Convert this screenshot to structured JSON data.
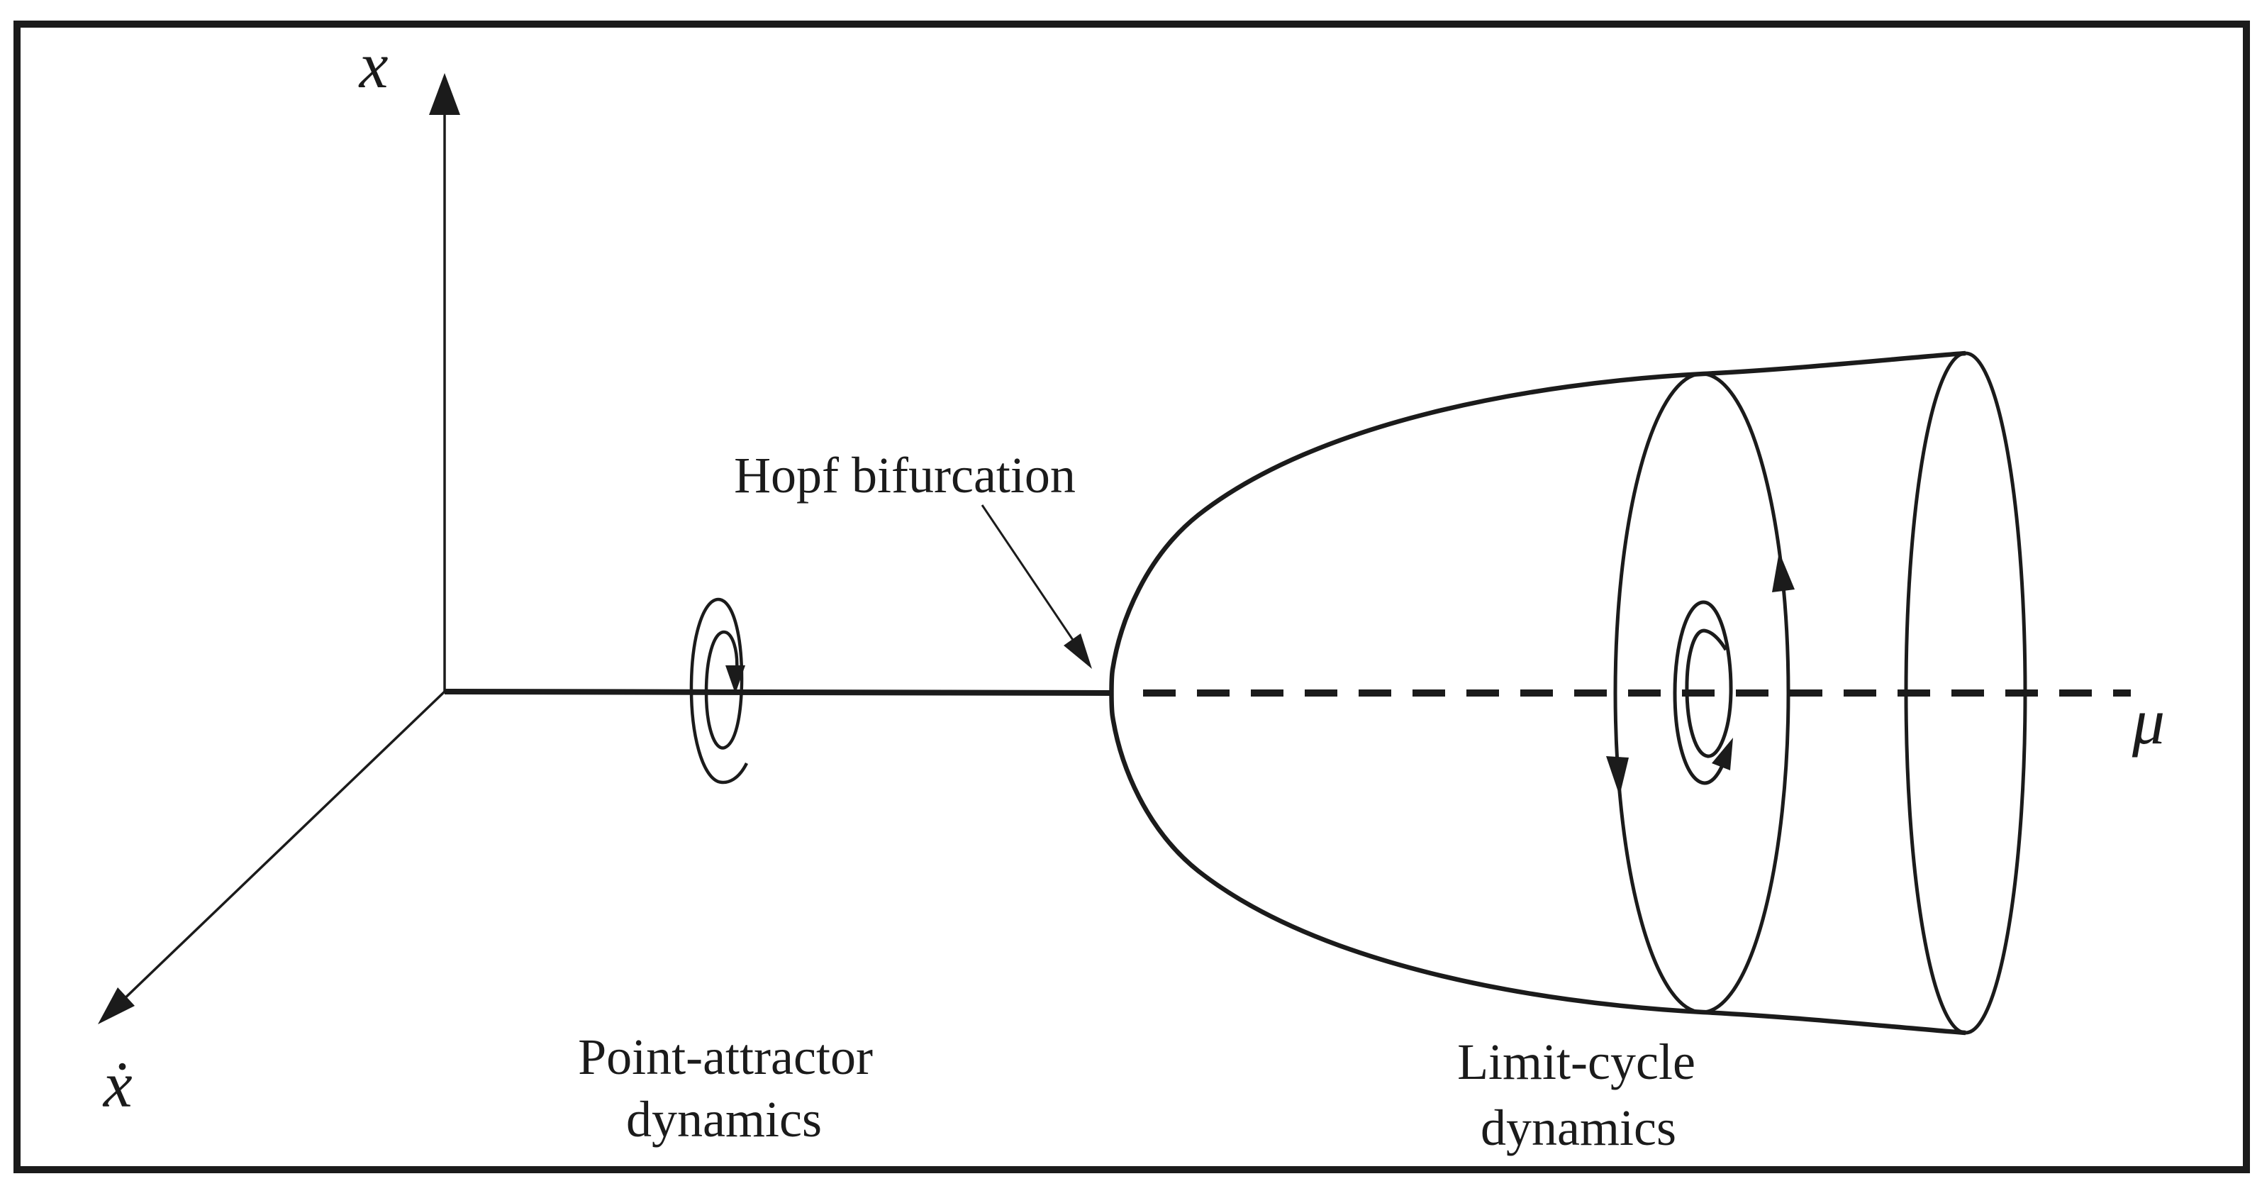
{
  "diagram": {
    "axis_labels": {
      "vertical": "x",
      "diagonal": "ẋ",
      "horizontal": "μ"
    },
    "annotations": {
      "hopf_label": "Hopf bifurcation",
      "point_attractor": {
        "line1": "Point-attractor",
        "line2": "dynamics"
      },
      "limit_cycle": {
        "line1": "Limit-cycle",
        "line2": "dynamics"
      }
    },
    "colors": {
      "ink": "#1b1b1b",
      "background": "#ffffff"
    }
  }
}
